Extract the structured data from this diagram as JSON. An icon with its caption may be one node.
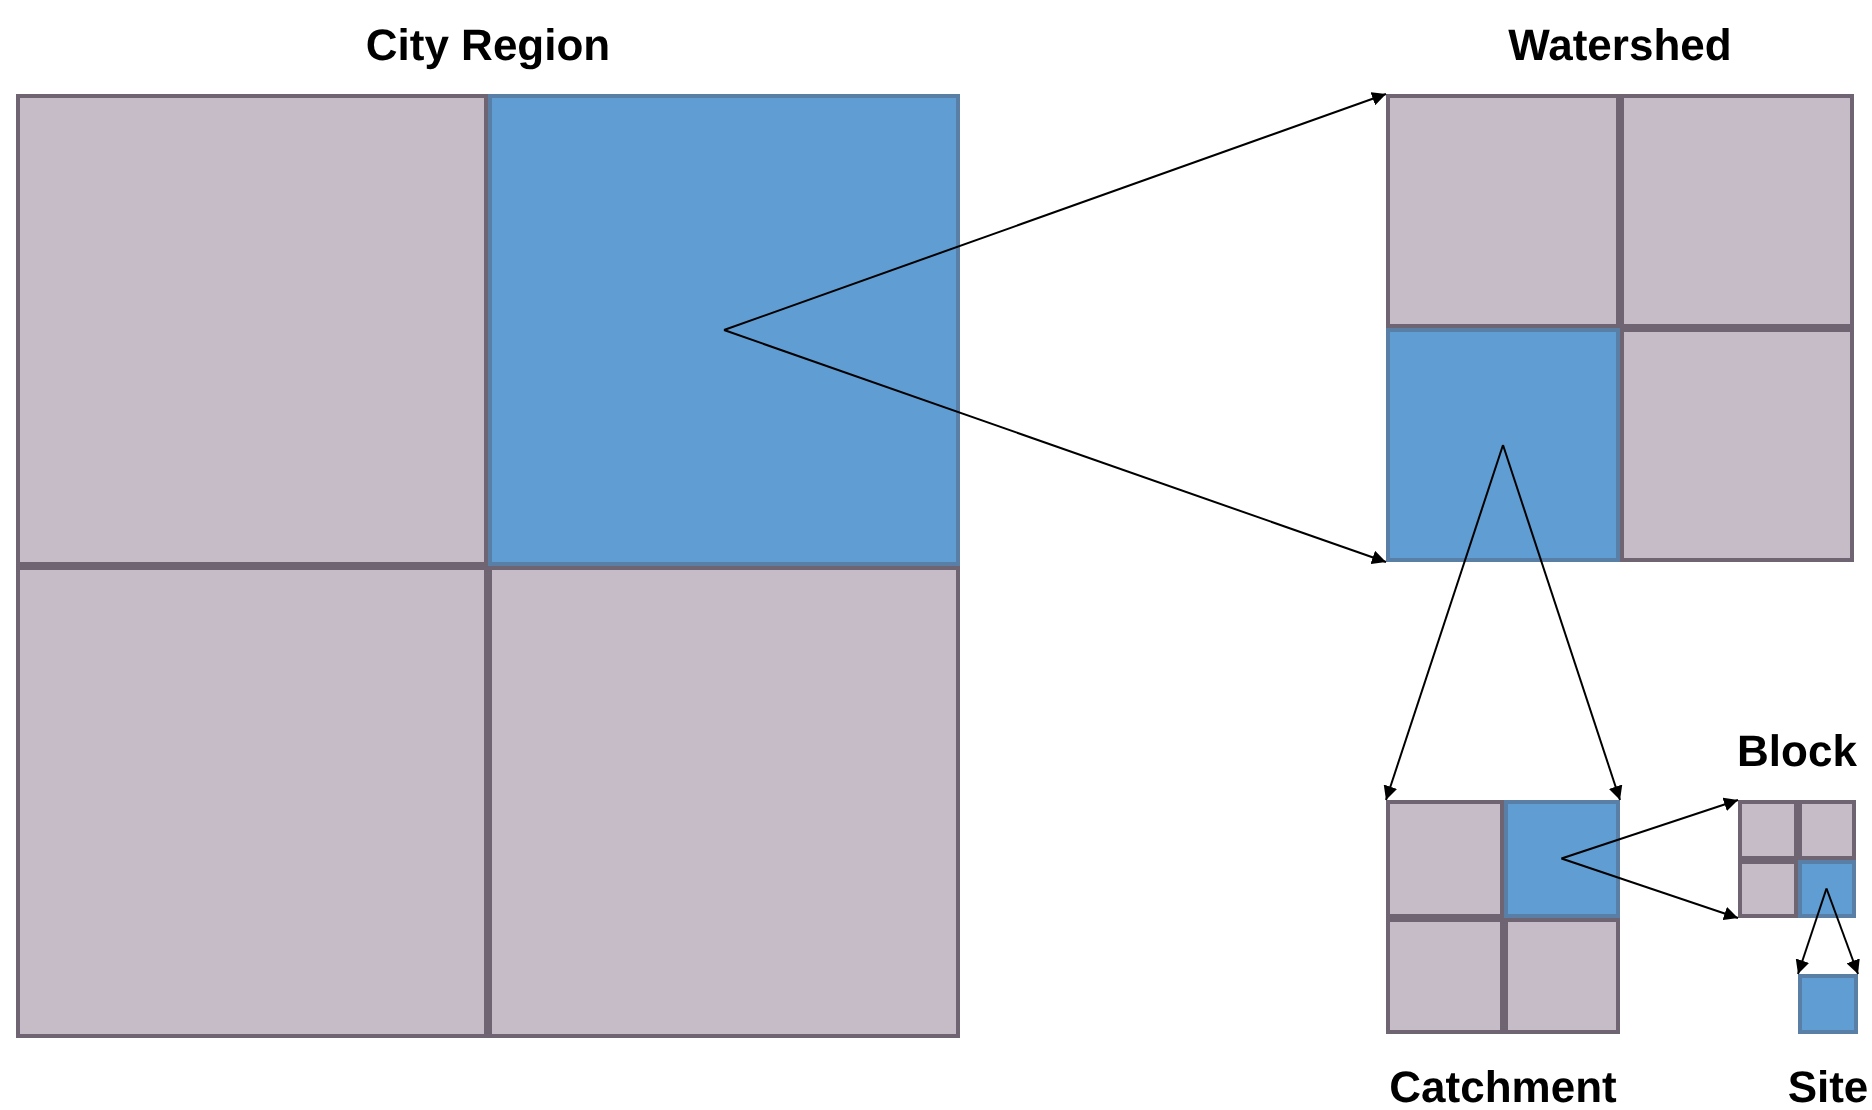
{
  "diagram": {
    "nodes": [
      {
        "text": [
          "City Region"
        ]
      },
      {
        "text": [],
        "shape": "box",
        "in": 0
      },
      {
        "text": [],
        "shape": "box",
        "in": 0
      },
      {
        "text": [],
        "shape": "box",
        "in": 0
      },
      {
        "text": [],
        "shape": "box",
        "in": 0
      },
      {
        "text": [
          "Watershed"
        ]
      },
      {
        "text": [],
        "shape": "box",
        "in": 5
      },
      {
        "text": [],
        "shape": "box",
        "in": 5
      },
      {
        "text": [],
        "shape": "box",
        "in": 5
      },
      {
        "text": [],
        "shape": "box",
        "in": 5
      },
      {
        "text": [
          "Catchment"
        ]
      },
      {
        "text": [],
        "shape": "box",
        "in": 10
      },
      {
        "text": [],
        "shape": "box",
        "in": 10
      },
      {
        "text": [],
        "shape": "box",
        "in": 10
      },
      {
        "text": [],
        "shape": "box",
        "in": 10
      },
      {
        "text": [
          "Block"
        ]
      },
      {
        "text": [],
        "shape": "box",
        "in": 15
      },
      {
        "text": [],
        "shape": "box",
        "in": 15
      },
      {
        "text": [],
        "shape": "box",
        "in": 15
      },
      {
        "text": [],
        "shape": "box",
        "in": 15
      },
      {
        "text": [
          "Site"
        ]
      }
    ],
    "edges": [
      {
        "from": 2,
        "to": 5,
        "arrow": "to"
      },
      {
        "from": 2,
        "to": 5,
        "arrow": "to"
      },
      {
        "from": 8,
        "to": 10,
        "arrow": "to"
      },
      {
        "from": 8,
        "to": 10,
        "arrow": "to"
      },
      {
        "from": 12,
        "to": 15,
        "arrow": "to"
      },
      {
        "from": 12,
        "to": 15,
        "arrow": "to"
      },
      {
        "from": 19,
        "to": 20,
        "arrow": "to"
      },
      {
        "from": 19,
        "to": 20,
        "arrow": "to"
      }
    ]
  }
}
